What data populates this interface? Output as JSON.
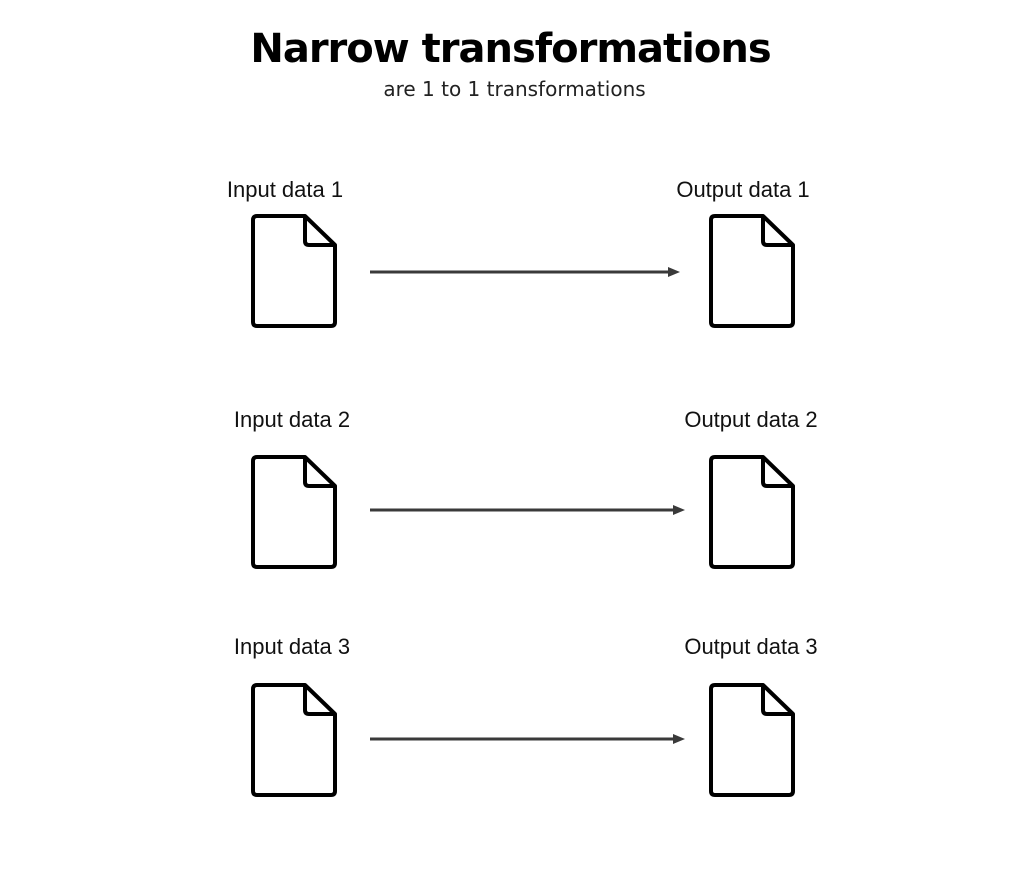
{
  "title": "Narrow transformations",
  "subtitle": "are 1 to 1 transformations",
  "rows": [
    {
      "input_label": "Input data 1",
      "output_label": "Output data 1"
    },
    {
      "input_label": "Input data 2",
      "output_label": "Output data 2"
    },
    {
      "input_label": "Input data 3",
      "output_label": "Output data 3"
    }
  ],
  "icons": {
    "input": "document-icon",
    "output": "document-icon",
    "connector": "arrow-right"
  },
  "colors": {
    "stroke": "#000000",
    "arrow": "#3a3a3a"
  }
}
